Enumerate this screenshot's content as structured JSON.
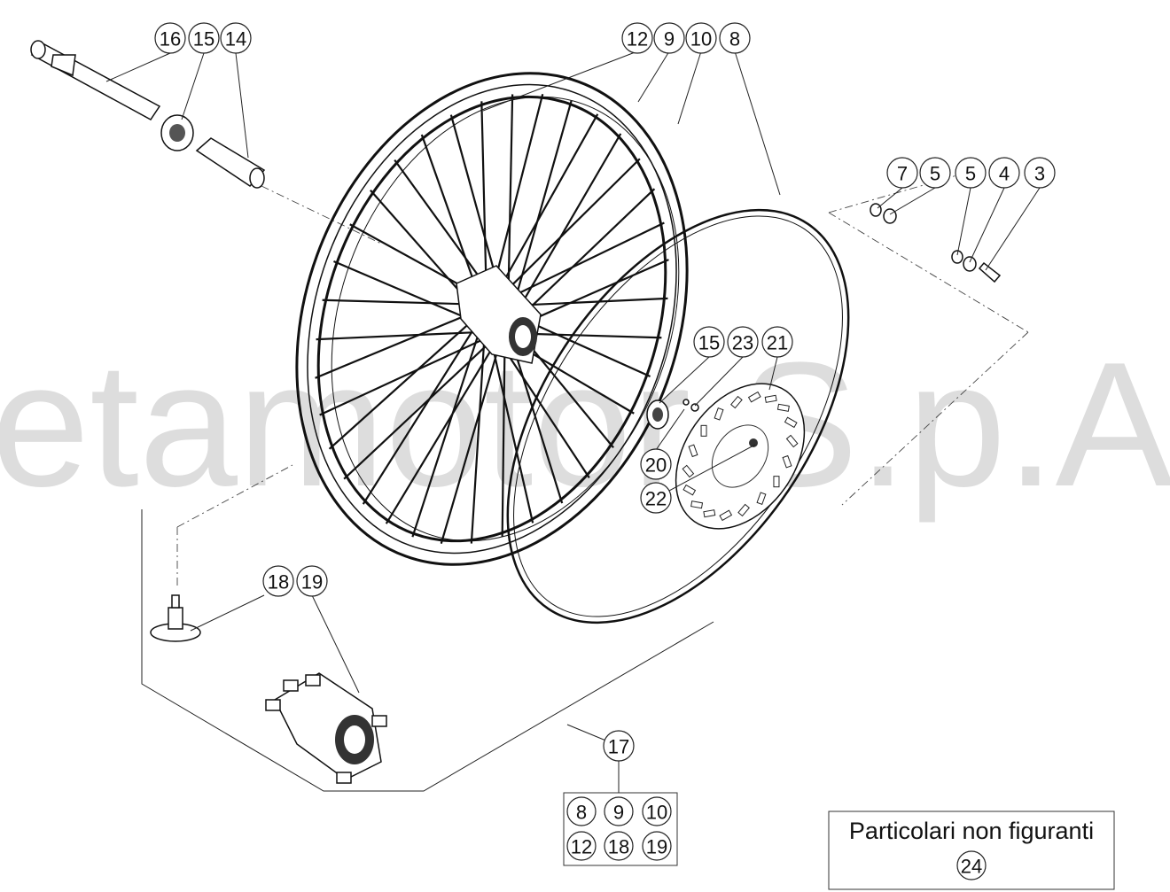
{
  "watermark": "etamotor S.p.A.",
  "note": {
    "title": "Particolari non figuranti",
    "ref": "24"
  },
  "callouts": {
    "top_left": [
      "16",
      "15",
      "14"
    ],
    "top_center": [
      "12",
      "9",
      "10",
      "8"
    ],
    "top_right": [
      "7",
      "5",
      "5",
      "4",
      "3"
    ],
    "disc_group": [
      "15",
      "23",
      "21"
    ],
    "disc_20": "20",
    "disc_22": "22",
    "valve_group": [
      "18",
      "19"
    ],
    "hub_17": "17",
    "kit_box": [
      "8",
      "9",
      "10",
      "12",
      "18",
      "19"
    ]
  }
}
